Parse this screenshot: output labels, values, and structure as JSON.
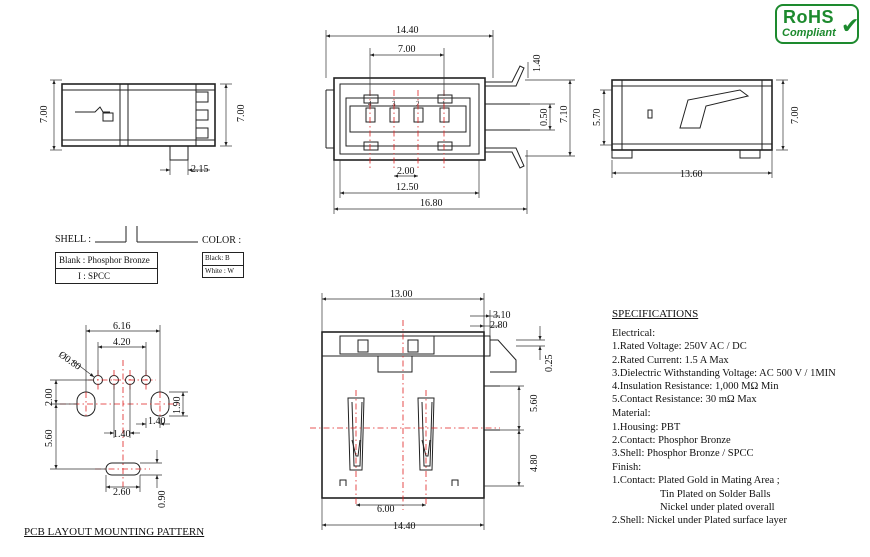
{
  "rohs": {
    "main": "RoHS",
    "sub": "Compliant"
  },
  "dims": {
    "side_left_h1": "7.00",
    "side_left_h2": "7.00",
    "side_left_w": "2.15",
    "front_w": "14.40",
    "front_pitch_w": "7.00",
    "front_top": "1.40",
    "front_pin_gap": "2.00",
    "front_body_w": "12.50",
    "front_total_w": "16.80",
    "front_right_050": "0.50",
    "front_right_710": "7.10",
    "side_right_570": "5.70",
    "side_right_700": "7.00",
    "side_right_len": "13.60",
    "pcb_616": "6.16",
    "pcb_420": "4.20",
    "pcb_080": "Ø0.80",
    "pcb_200": "2.00",
    "pcb_190": "1.90",
    "pcb_140a": "1.40",
    "pcb_140b": "1.40",
    "pcb_560": "5.60",
    "pcb_260": "2.60",
    "pcb_090": "0.90",
    "top_1300": "13.00",
    "top_310": "3.10",
    "top_280": "2.80",
    "top_025": "0.25",
    "top_560": "5.60",
    "top_480": "4.80",
    "top_600": "6.00",
    "top_1440": "14.40",
    "pins": [
      "4",
      "3",
      "2",
      "1"
    ]
  },
  "options": {
    "shell_label": "SHELL :",
    "color_label": "COLOR :",
    "shell_opt1": "Blank : Phosphor Bronze",
    "shell_opt2": "I : SPCC",
    "color_opt1": "Black: B",
    "color_opt2": "White : W"
  },
  "pcb_title": "PCB LAYOUT MOUNTING PATTERN",
  "specs": {
    "title": "SPECIFICATIONS",
    "electrical_h": "Electrical:",
    "e1": "1.Rated Voltage: 250V AC / DC",
    "e2": "2.Rated Current: 1.5 A Max",
    "e3": "3.Dielectric Withstanding Voltage: AC 500 V / 1MIN",
    "e4": "4.Insulation Resistance: 1,000 MΩ Min",
    "e5": "5.Contact Resistance: 30 mΩ Max",
    "material_h": "Material:",
    "m1": "1.Housing: PBT",
    "m2": "2.Contact: Phosphor Bronze",
    "m3": "3.Shell: Phosphor Bronze / SPCC",
    "finish_h": "Finish:",
    "f1": "1.Contact: Plated Gold in Mating Area ;",
    "f1b": "Tin Plated on Solder Balls",
    "f1c": "Nickel under plated overall",
    "f2": "2.Shell: Nickel under Plated surface layer"
  }
}
